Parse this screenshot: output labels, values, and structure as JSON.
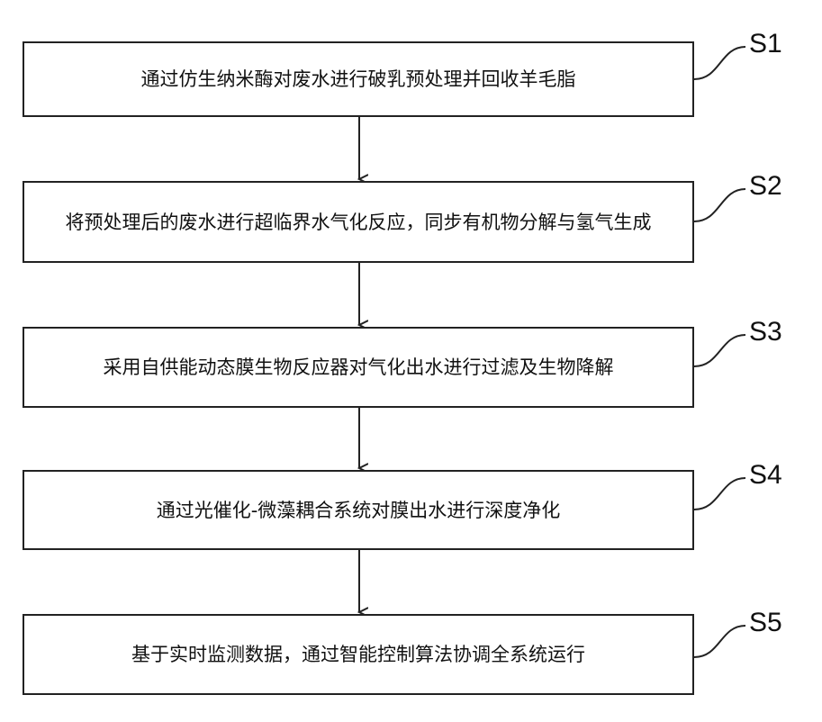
{
  "steps": [
    {
      "id": "S1",
      "text": "通过仿生纳米酶对废水进行破乳预处理并回收羊毛脂"
    },
    {
      "id": "S2",
      "text": "将预处理后的废水进行超临界水气化反应，同步有机物分解与氢气生成"
    },
    {
      "id": "S3",
      "text": "采用自供能动态膜生物反应器对气化出水进行过滤及生物降解"
    },
    {
      "id": "S4",
      "text": "通过光催化-微藻耦合系统对膜出水进行深度净化"
    },
    {
      "id": "S5",
      "text": "基于实时监测数据，通过智能控制算法协调全系统运行"
    }
  ],
  "colors": {
    "stroke": "#222222",
    "text": "#111111",
    "background": "#ffffff"
  }
}
